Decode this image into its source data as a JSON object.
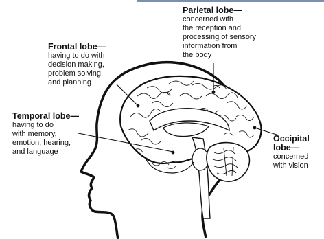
{
  "colors": {
    "line": "#111111",
    "frame_accent": "#7b8fb3",
    "background": "#ffffff"
  },
  "labels": {
    "parietal": {
      "title": "Parietal lobe—",
      "lines": [
        "concerned with",
        "the reception and",
        "processing of sensory",
        "information from",
        "the body"
      ]
    },
    "frontal": {
      "title": "Frontal lobe—",
      "lines": [
        "having to do with",
        "decision making,",
        "problem solving,",
        "and planning"
      ]
    },
    "temporal": {
      "title": "Temporal lobe—",
      "lines": [
        "having to do",
        "with memory,",
        "emotion, hearing,",
        "and language"
      ]
    },
    "occipital": {
      "title": "Occipital",
      "title2": "lobe—",
      "lines": [
        "concerned",
        "with vision"
      ]
    }
  }
}
